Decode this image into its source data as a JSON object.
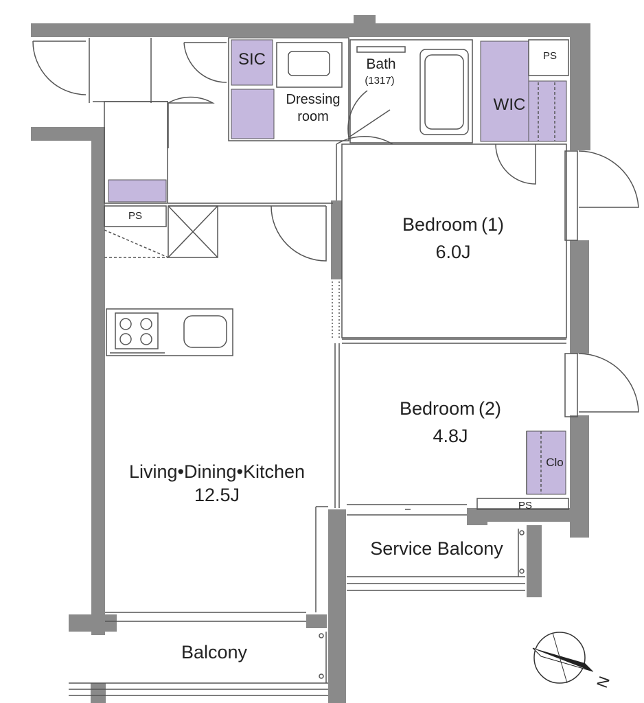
{
  "rooms": {
    "sic": "SIC",
    "bath": "Bath",
    "bath_size": "(1317)",
    "dressing_line1": "Dressing",
    "dressing_line2": "room",
    "wic": "WIC",
    "ps_top": "PS",
    "ps_toilet": "PS",
    "ps_bottom": "PS",
    "bedroom1_name": "Bedroom (1)",
    "bedroom1_size": "6.0J",
    "bedroom2_name": "Bedroom (2)",
    "bedroom2_size": "4.8J",
    "clo": "Clo",
    "ldk_name": "Living•Dining•Kitchen",
    "ldk_size": "12.5J",
    "service_balcony": "Service Balcony",
    "balcony": "Balcony"
  },
  "compass": {
    "north_label": "N"
  },
  "colors": {
    "wall": "#8a8a8a",
    "storage": "#c5b8de",
    "line": "#555555"
  }
}
